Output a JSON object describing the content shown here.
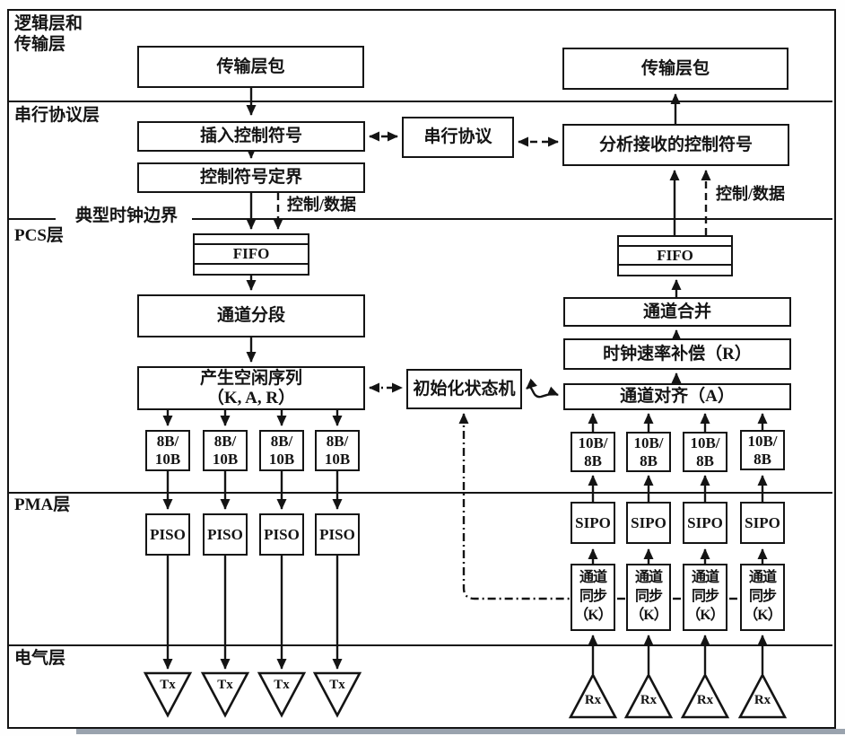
{
  "figure": {
    "layers": [
      {
        "label": "逻辑层和\n传输层"
      },
      {
        "label": "串行协议层"
      },
      {
        "label": "PCS层"
      },
      {
        "label": "PMA层"
      },
      {
        "label": "电气层"
      }
    ],
    "clock_boundary_label": "典型时钟边界",
    "control_data_label": "控制/数据",
    "tx_path": {
      "transport_packet": "传输层包",
      "insert_control": "插入控制符号",
      "control_delimit": "控制符号定界",
      "fifo": "FIFO",
      "lane_segment": "通道分段",
      "idle_gen": "产生空闲序列\n（K, A, R）",
      "encoder": "8B/\n10B",
      "piso": "PISO",
      "tx_driver": "Tx"
    },
    "rx_path": {
      "transport_packet": "传输层包",
      "analyze_control": "分析接收的控制符号",
      "fifo": "FIFO",
      "lane_merge": "通道合并",
      "clock_comp": "时钟速率补偿（R）",
      "lane_align": "通道对齐（A）",
      "decoder": "10B/\n8B",
      "sipo": "SIPO",
      "lane_sync": "通道\n同步\n（K）",
      "rx_receiver": "Rx"
    },
    "shared": {
      "serial_protocol": "串行协议",
      "init_state_machine": "初始化状态机"
    }
  }
}
